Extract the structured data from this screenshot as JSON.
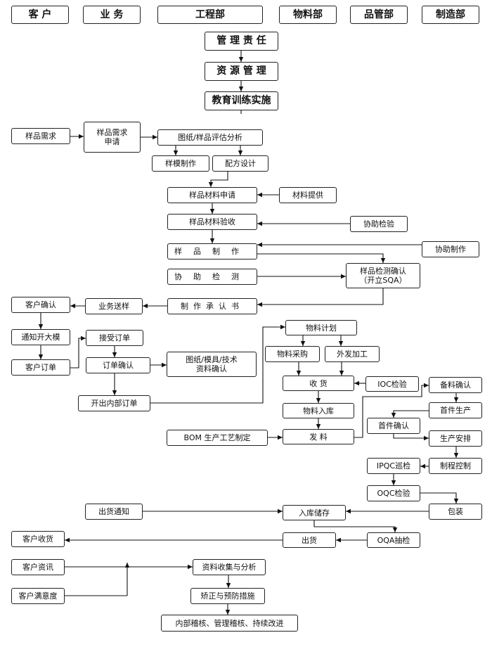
{
  "departments": {
    "customer": "客 户",
    "sales": "业 务",
    "engineering": "工程部",
    "materials": "物料部",
    "quality": "品管部",
    "manufacturing": "制造部"
  },
  "management": {
    "responsibility": "管 理 责 任",
    "resources": "资 源 管 理",
    "training": "教育训练实施"
  },
  "sample": {
    "need": "样品需求",
    "request": "样品需求\n申请",
    "analysis": "图纸/样品评估分析",
    "mold": "样模制作",
    "formula": "配方设计",
    "material_apply": "样品材料申请",
    "material_supply": "材料提供",
    "material_check": "样品材料验收",
    "assist_inspect": "协助检验",
    "assist_make": "协助制作",
    "make": "样品制作",
    "confirm": "样品检测确认\n（开立SQA）",
    "assist_test": "协助检测",
    "spec_book": "制作承认书",
    "send": "业务送样",
    "customer_confirm": "客户确认"
  },
  "order": {
    "notify_mold": "通知开大模",
    "customer_order": "客户订单",
    "accept": "接受订单",
    "confirm": "订单确认",
    "doc_confirm": "图纸/模具/技术\n资料确认",
    "internal_order": "开出内部订单"
  },
  "materials_flow": {
    "plan": "物料计划",
    "purchase": "物料采购",
    "outsource": "外发加工",
    "receive": "收 货",
    "iqc": "IOC检验",
    "stock_in": "物料入库",
    "bom": "BOM 生产工艺制定",
    "issue": "发 料"
  },
  "production": {
    "prepare": "备料确认",
    "first_piece": "首件生产",
    "first_confirm": "首件确认",
    "arrange": "生产安排",
    "ipqc": "IPQC巡检",
    "process_ctrl": "制程控制",
    "oqc": "OQC检验",
    "pack": "包装"
  },
  "shipping": {
    "notice": "出货通知",
    "warehouse": "入库储存",
    "ship": "出货",
    "oqa": "OQA抽检",
    "received": "客户收货"
  },
  "feedback": {
    "info": "客户资讯",
    "satisfaction": "客户满意度",
    "analysis": "资料收集与分析",
    "corrective": "矫正与预防措施",
    "audit": "内部稽核、管理稽核、持续改进"
  }
}
